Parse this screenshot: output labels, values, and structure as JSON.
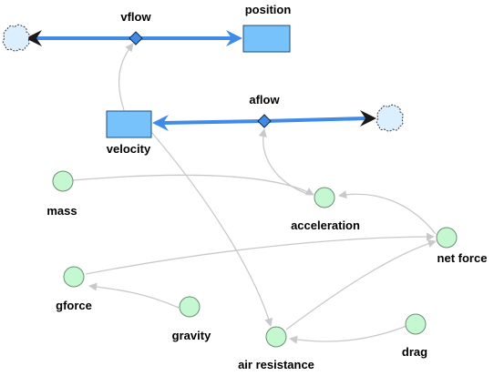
{
  "colors": {
    "flow": "#3f8be6",
    "stock_fill": "#77c2fb",
    "stock_stroke": "#1f4e79",
    "aux_fill": "#c5f7d0",
    "aux_stroke": "#6b8f73",
    "cloud_fill": "#dcefff",
    "link": "#c9c9c9",
    "text": "#000000"
  },
  "stocks": [
    {
      "id": "position",
      "label": "position"
    },
    {
      "id": "velocity",
      "label": "velocity"
    }
  ],
  "flows": [
    {
      "id": "vflow",
      "label": "vflow",
      "from": "cloud-left",
      "to": "position"
    },
    {
      "id": "aflow",
      "label": "aflow",
      "from": "velocity",
      "to": "cloud-right"
    }
  ],
  "auxiliaries": [
    {
      "id": "mass",
      "label": "mass"
    },
    {
      "id": "acceleration",
      "label": "acceleration"
    },
    {
      "id": "net_force",
      "label": "net force"
    },
    {
      "id": "gforce",
      "label": "gforce"
    },
    {
      "id": "gravity",
      "label": "gravity"
    },
    {
      "id": "air_resistance",
      "label": "air resistance"
    },
    {
      "id": "drag",
      "label": "drag"
    }
  ],
  "links": [
    {
      "from": "velocity",
      "to": "vflow"
    },
    {
      "from": "acceleration",
      "to": "aflow"
    },
    {
      "from": "mass",
      "to": "acceleration"
    },
    {
      "from": "net_force",
      "to": "acceleration"
    },
    {
      "from": "gforce",
      "to": "net_force"
    },
    {
      "from": "air_resistance",
      "to": "net_force"
    },
    {
      "from": "gravity",
      "to": "gforce"
    },
    {
      "from": "velocity",
      "to": "air_resistance"
    },
    {
      "from": "drag",
      "to": "air_resistance"
    }
  ]
}
